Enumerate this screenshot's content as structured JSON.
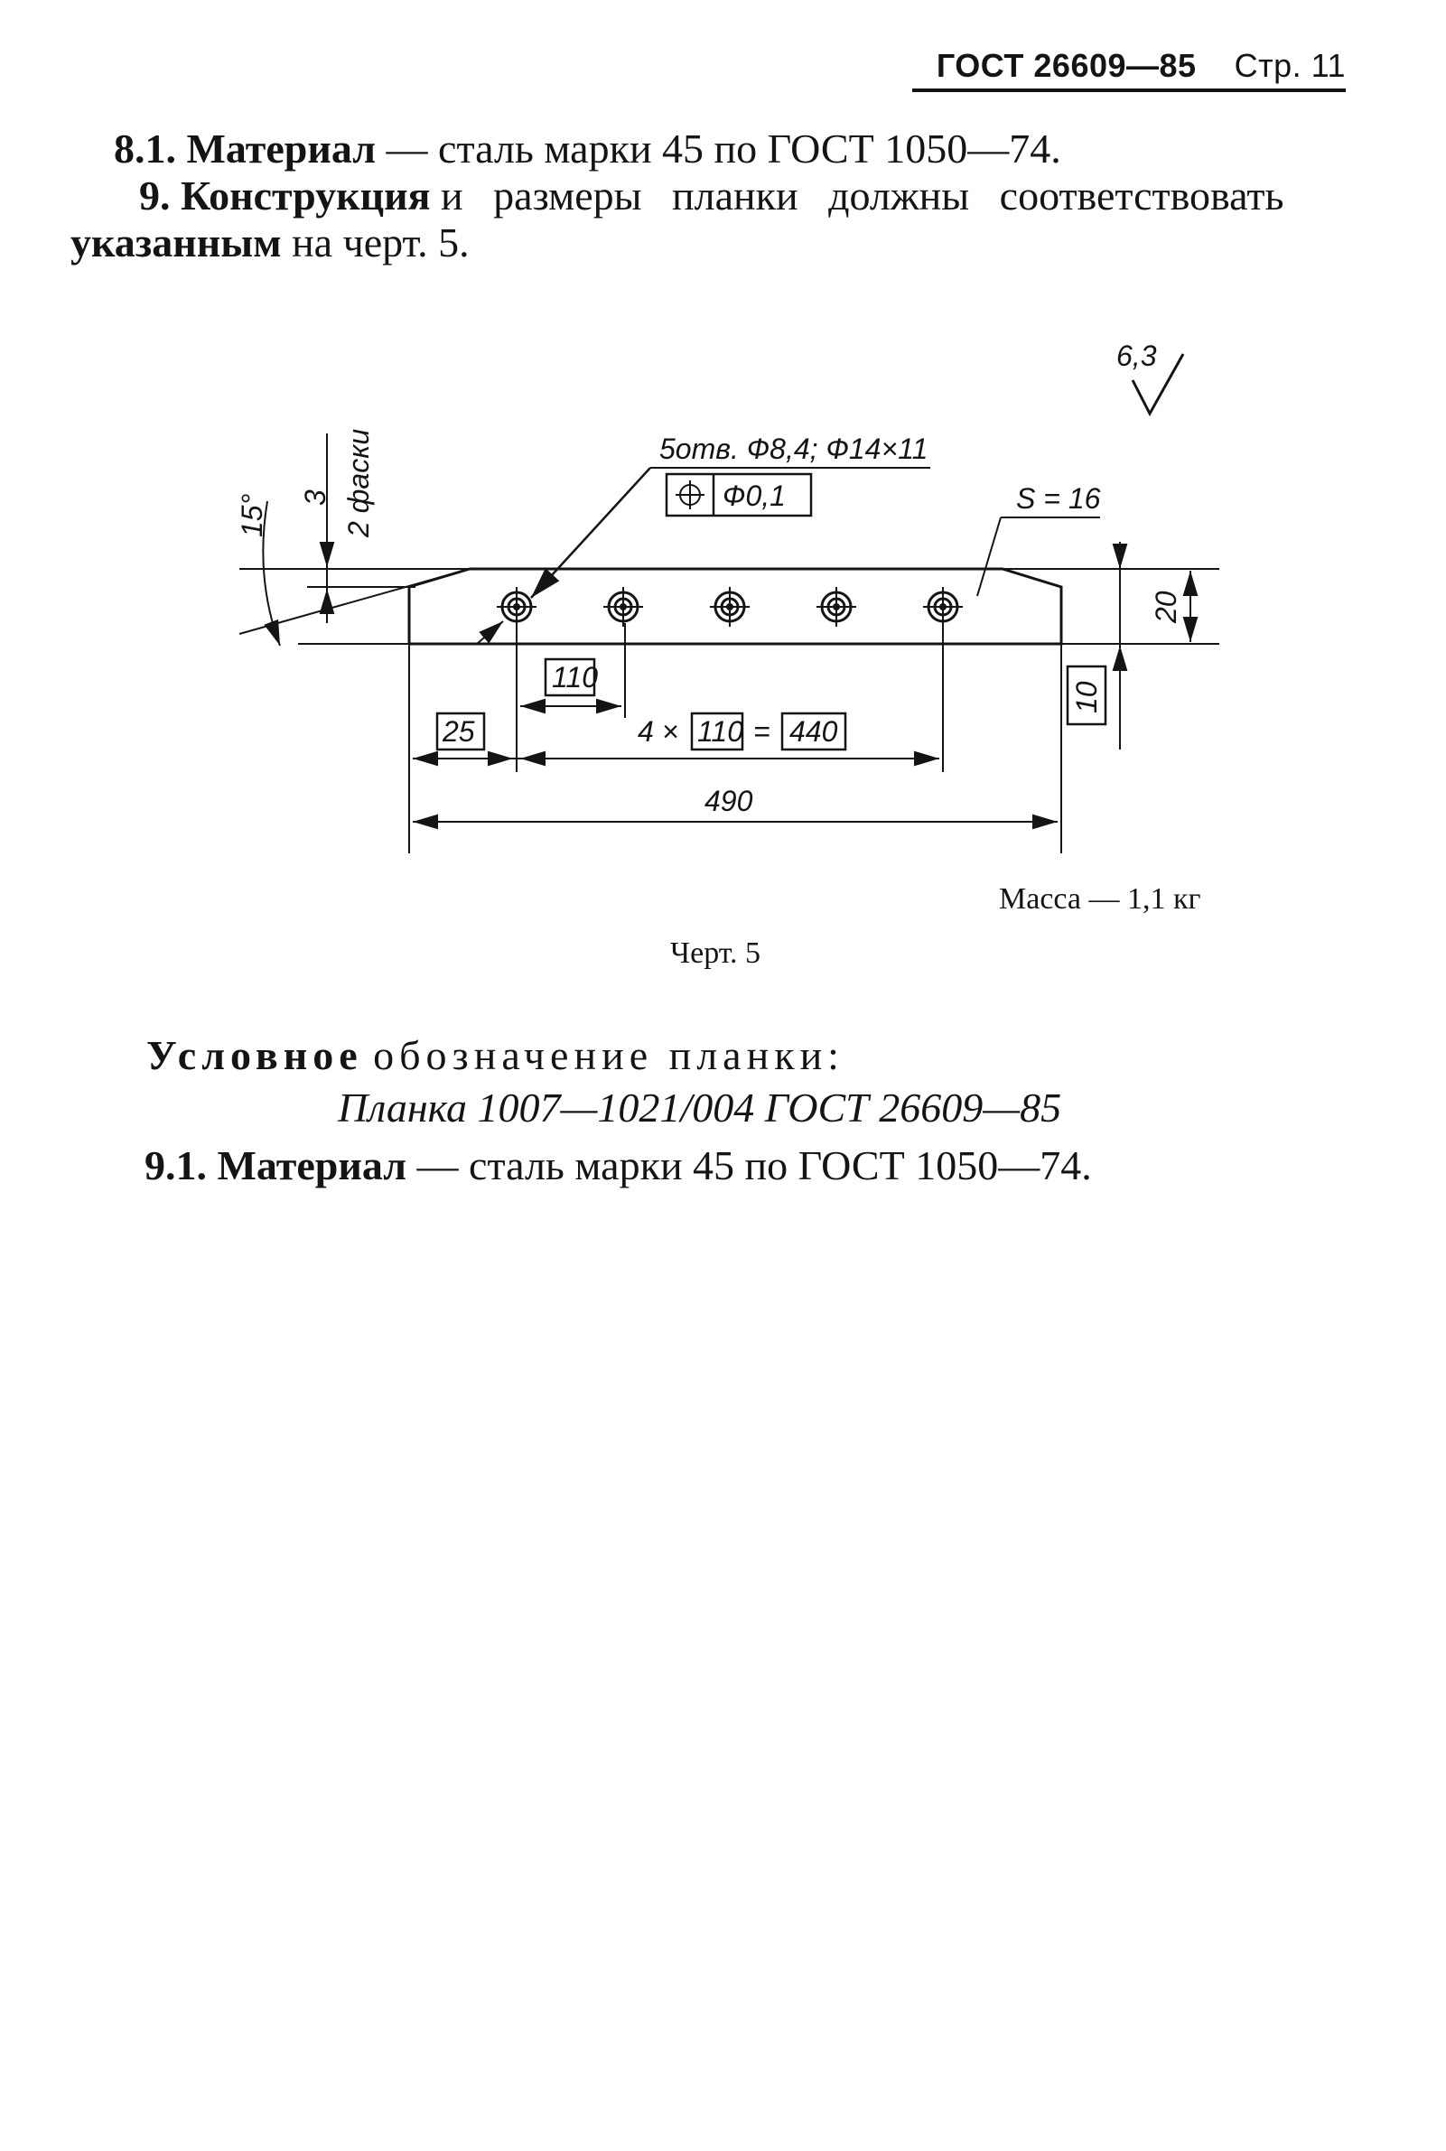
{
  "header": {
    "standard": "ГОСТ 26609—85",
    "page": "Стр. 11"
  },
  "paragraphs": {
    "p81_num": "8.1.",
    "p81_bold": "Материал",
    "p81_rest": "— сталь марки 45 по ГОСТ 1050—74.",
    "p9_bold": "9. Конструкция",
    "p9_line1_rest": "и размеры планки должны соответствовать",
    "p9_line2_bold": "указанным",
    "p9_line2_rest": "на черт. 5."
  },
  "drawing": {
    "roughness": "6,3",
    "holes_note": "5отв. Ф8,4; Ф14×11",
    "position_tolerance": "Ф0,1",
    "thickness": "S = 16",
    "chamfer_angle": "15°",
    "chamfer_size": "3",
    "chamfer_count": "2 фаски",
    "height": "20",
    "edge_offset": "10",
    "hole_pitch": "110",
    "first_hole": "25",
    "pitch_multiplier": "4 ×",
    "pitch_box": "110",
    "equals": "=",
    "pitch_total": "440",
    "overall_length": "490",
    "hole_count": 5
  },
  "mass": "Масса — 1,1 кг",
  "figure_caption": "Черт. 5",
  "designation": {
    "label_bold": "Условное",
    "label_rest": "обозначение планки:",
    "value": "Планка 1007—1021/004 ГОСТ 26609—85"
  },
  "p91": {
    "num": "9.1.",
    "bold": "Материал",
    "rest": "— сталь марки 45 по ГОСТ 1050—74."
  }
}
